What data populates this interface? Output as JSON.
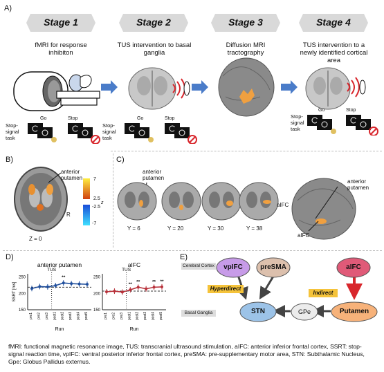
{
  "panels": {
    "a": "A)",
    "b": "B)",
    "c": "C)",
    "d": "D)",
    "e": "E)"
  },
  "stages": [
    {
      "label": "Stage 1",
      "desc": "fMRI for response inhibiton"
    },
    {
      "label": "Stage 2",
      "desc": "TUS intervention to basal ganglia"
    },
    {
      "label": "Stage 3",
      "desc": "Diffusion MRI tractography"
    },
    {
      "label": "Stage 4",
      "desc": "TUS intervention to a newly identified cortical area"
    }
  ],
  "task": {
    "label": "Stop-signal task",
    "go": "Go",
    "stop": "Stop"
  },
  "panel_b": {
    "annotation": "anterior putamen",
    "side": "R",
    "z": "Z = 0",
    "colorbar": {
      "pos_max": "7",
      "pos_min": "2.5",
      "neg_min": "-2.5",
      "neg_max": "-7",
      "unit": "z"
    }
  },
  "panel_c": {
    "annotation_left": "anterior putamen",
    "annotation_right": "anterior putamen",
    "aifc1": "aIFC",
    "aifc2": "aIFC",
    "slices": [
      "Y = 6",
      "Y = 20",
      "Y = 30",
      "Y = 38"
    ]
  },
  "chart_data": [
    {
      "type": "line",
      "title": "anterior putamen",
      "ylabel": "SSRT [ms]",
      "xlabel": "Run",
      "yticks": [
        "150",
        "200",
        "250"
      ],
      "ylim": [
        150,
        260
      ],
      "categories": [
        "pre1",
        "pre2",
        "pre3",
        "post1",
        "post2",
        "post3",
        "post4",
        "post5"
      ],
      "values": [
        215,
        221,
        220,
        224,
        232,
        230,
        229,
        228
      ],
      "baseline": 219,
      "marker": "TUS",
      "significance": [
        "",
        "",
        "",
        "",
        "**",
        "",
        "",
        ""
      ],
      "color": "#1f4e9c"
    },
    {
      "type": "line",
      "title": "aIFC",
      "ylabel": "",
      "xlabel": "Run",
      "yticks": [
        "150",
        "200",
        "250"
      ],
      "ylim": [
        150,
        260
      ],
      "categories": [
        "pre1",
        "pre2",
        "pre3",
        "post1",
        "post2",
        "post3",
        "post4",
        "post5"
      ],
      "values": [
        205,
        207,
        204,
        211,
        219,
        214,
        219,
        220
      ],
      "baseline": 207,
      "marker": "TUS",
      "significance": [
        "",
        "",
        "",
        "**",
        "**",
        "",
        "**",
        "**"
      ],
      "color": "#b8313a"
    }
  ],
  "panel_e": {
    "cortex_label": "Cerebral Cortex",
    "bg_label": "Basal Ganglia",
    "nodes": {
      "vplfc": "vpIFC",
      "presma": "preSMA",
      "aifc": "aIFC",
      "stn": "STN",
      "gpe": "GPe",
      "putamen": "Putamen"
    },
    "hyperdirect": "Hyperdirect",
    "indirect": "Indirect"
  },
  "caption": "fMRI: functional magnetic resonance image, TUS: transcranial ultrasound stimulation, aIFC: anterior inferior frontal cortex, SSRT: stop-signal reaction time, vpIFC: ventral posterior inferior frontal cortex, preSMA: pre-supplementary motor area, STN: Subthalamic Nucleus, Gpe: Globus Pallidus externus.",
  "colors": {
    "arrow": "#4a7cc9",
    "orange": "#f0a040",
    "red": "#d8262c",
    "stn": "#9cc3e8",
    "putamen": "#f7b27a",
    "vplfc": "#c79be8",
    "presma": "#dcc0ad",
    "aifc": "#e05a78"
  }
}
